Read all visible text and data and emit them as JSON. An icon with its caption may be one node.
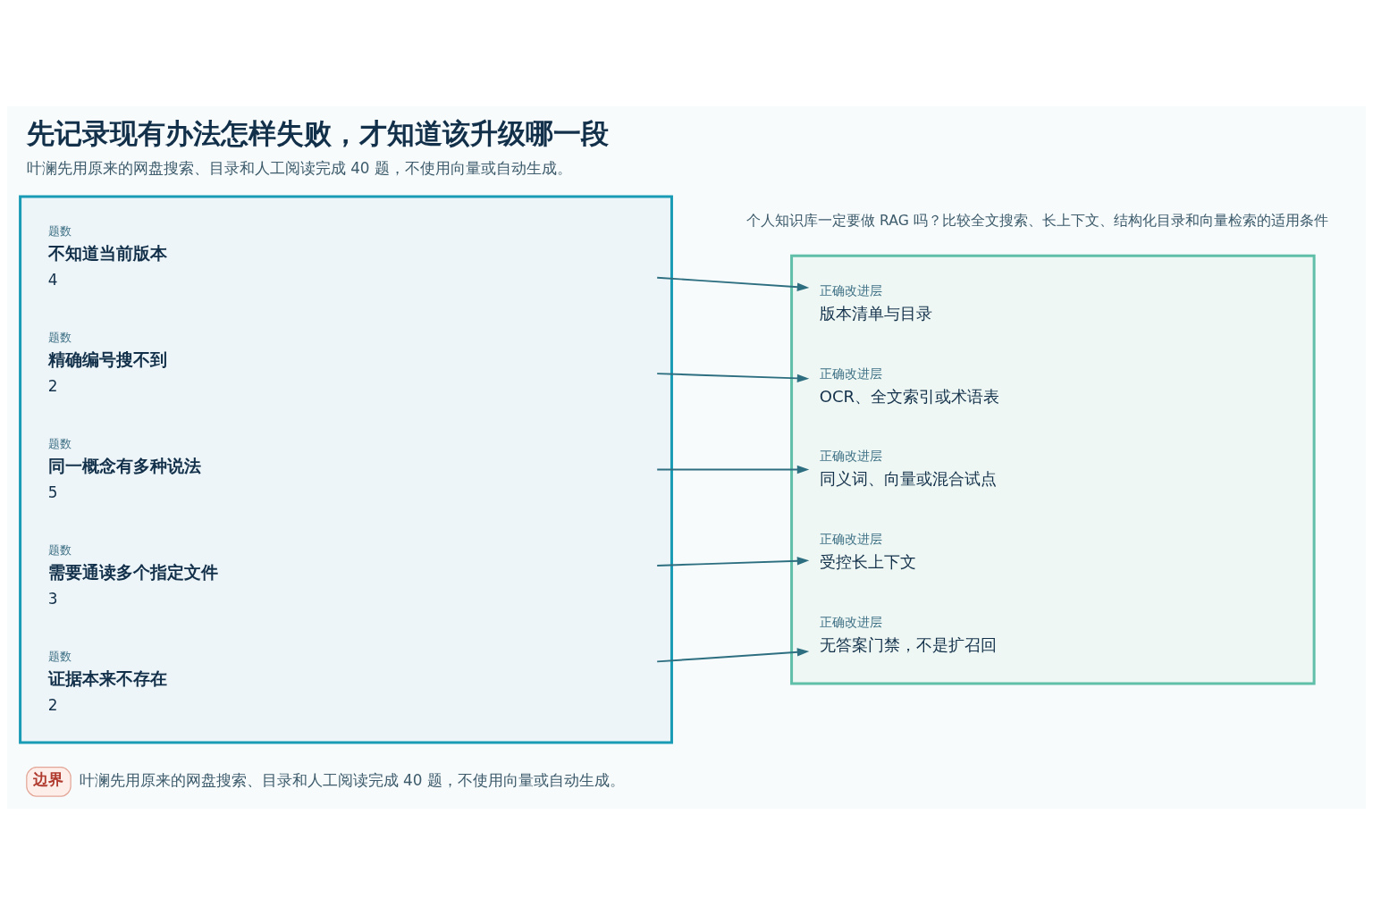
{
  "diagram": {
    "title": "先记录现有办法怎样失败，才知道该升级哪一段",
    "caption": "叶澜先用原来的网盘搜索、目录和人工阅读完成 40 题，不使用向量或自动生成。",
    "nodes": [
      {
        "text": [],
        "shape": "box"
      },
      {
        "text": [
          "题数",
          "不知道当前版本",
          "4"
        ],
        "in": 0
      },
      {
        "text": [
          "题数",
          "精确编号搜不到",
          "2"
        ],
        "in": 0
      },
      {
        "text": [
          "题数",
          "同一概念有多种说法",
          "5"
        ],
        "in": 0
      },
      {
        "text": [
          "题数",
          "需要通读多个指定文件",
          "3"
        ],
        "in": 0
      },
      {
        "text": [
          "题数",
          "证据本来不存在",
          "2"
        ],
        "in": 0
      },
      {
        "text": [],
        "shape": "box"
      },
      {
        "text": [
          "正确改进层",
          "版本清单与目录"
        ],
        "in": 6
      },
      {
        "text": [
          "正确改进层",
          "OCR、全文索引或术语表"
        ],
        "in": 6
      },
      {
        "text": [
          "正确改进层",
          "同义词、向量或混合试点"
        ],
        "in": 6
      },
      {
        "text": [
          "正确改进层",
          "受控长上下文"
        ],
        "in": 6
      },
      {
        "text": [
          "正确改进层",
          "无答案门禁，不是扩召回"
        ],
        "in": 6
      },
      {
        "text": [
          "边界"
        ],
        "beside": [
          "叶澜先用原来的网盘搜索、目录和人工阅读完成 40 题，不使用向量或自动生成。"
        ]
      }
    ],
    "edges": [
      {
        "from": 1,
        "to": 7,
        "arrow": "to"
      },
      {
        "from": 2,
        "to": 8,
        "arrow": "to"
      },
      {
        "from": 3,
        "to": 9,
        "arrow": "to"
      },
      {
        "from": 4,
        "to": 10,
        "arrow": "to"
      },
      {
        "from": 5,
        "to": 11,
        "arrow": "to"
      }
    ],
    "labels": [
      "个人知识库一定要做 RAG 吗？比较全文搜索、长上下文、结构化目录和向量检索的适用条件"
    ]
  }
}
